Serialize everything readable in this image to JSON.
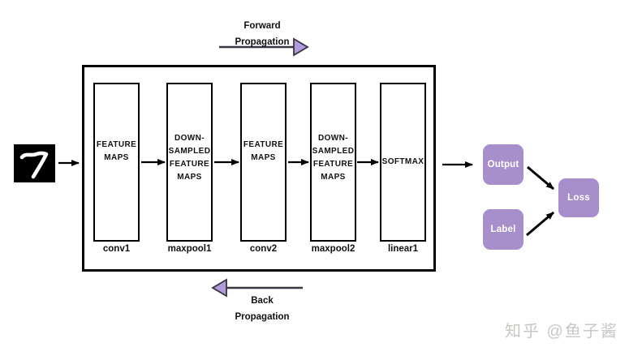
{
  "colors": {
    "canvas_bg": "#ffffff",
    "box_border": "#000000",
    "text_black": "#111111",
    "accent_purple": "#a78fcb",
    "arrowhead_purple": "#b19bdb",
    "arrow_dark": "#3a3540",
    "node_text": "#ffffff",
    "watermark_gray": "#c9c7c4"
  },
  "input_digit": {
    "value": "7"
  },
  "forward_propagation": {
    "line1": "Forward",
    "line2": "Propagation"
  },
  "back_propagation": {
    "line1": "Back",
    "line2": "Propagation"
  },
  "network": {
    "stages": [
      {
        "text": "FEATURE\nMAPS",
        "label": "conv1"
      },
      {
        "text": "DOWN-\nSAMPLED\nFEATURE\nMAPS",
        "label": "maxpool1"
      },
      {
        "text": "FEATURE\nMAPS",
        "label": "conv2"
      },
      {
        "text": "DOWN-\nSAMPLED\nFEATURE\nMAPS",
        "label": "maxpool2"
      },
      {
        "text": "SOFTMAX",
        "label": "linear1"
      }
    ]
  },
  "nodes": {
    "output": "Output",
    "label": "Label",
    "loss": "Loss"
  },
  "watermark": "知乎 @鱼子酱"
}
